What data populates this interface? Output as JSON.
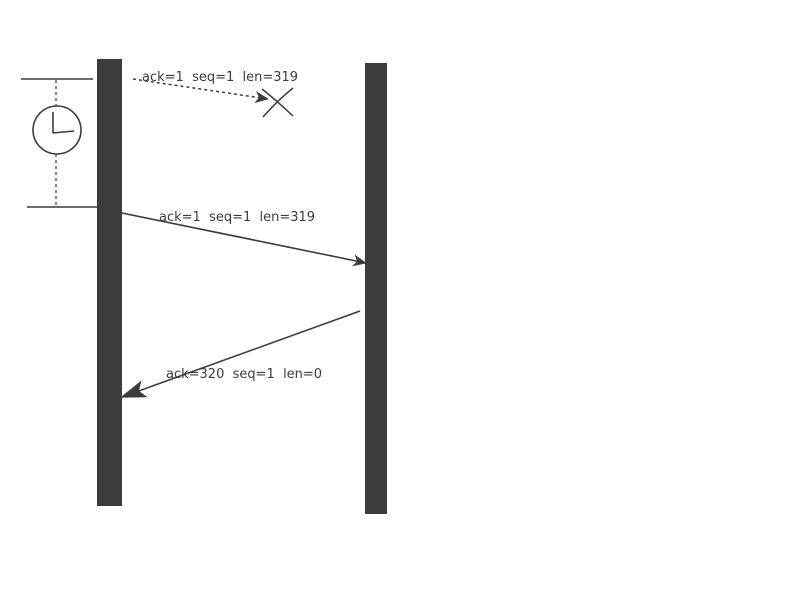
{
  "colors": {
    "lifeline": "#3c3c3c",
    "stroke": "#3c3c3c",
    "background": "#ffffff"
  },
  "messages": [
    {
      "label": "ack=1  seq=1  len=319",
      "style": "dashed",
      "outcome": "lost"
    },
    {
      "label": "ack=1  seq=1  len=319",
      "style": "solid",
      "outcome": "delivered"
    },
    {
      "label": "ack=320  seq=1  len=0",
      "style": "solid",
      "outcome": "delivered"
    }
  ],
  "icons": {
    "timer": "clock-icon",
    "loss": "x-mark-icon"
  }
}
